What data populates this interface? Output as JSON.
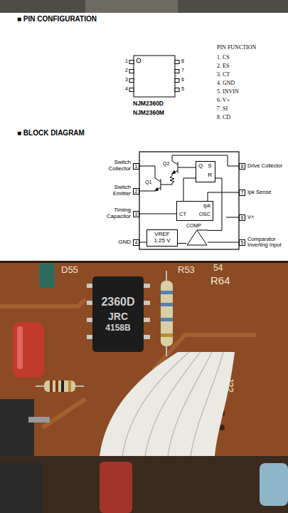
{
  "diagram": {
    "nodes": [
      {
        "text": [
          "Switch Collector",
          "1"
        ]
      },
      {
        "text": [
          "Switch Emitter",
          "2"
        ]
      },
      {
        "text": [
          "Timing Capacitor",
          "3"
        ]
      },
      {
        "text": [
          "GND",
          "4"
        ]
      },
      {
        "text": [
          "8",
          "Drive Collector"
        ]
      },
      {
        "text": [
          "7",
          "Ipk Sense"
        ]
      },
      {
        "text": [
          "6",
          "V+"
        ]
      },
      {
        "text": [
          "5",
          "Comparator Inverting Input"
        ]
      },
      {
        "text": [
          "Q",
          "S",
          "R"
        ]
      },
      {
        "text": [
          "Ipk",
          "CT",
          "OSC"
        ]
      },
      {
        "text": [
          "VREF",
          "1.25 V"
        ]
      },
      {
        "text": [
          "COMP"
        ]
      },
      {
        "text": [
          "2360D",
          "JRC",
          "4158B"
        ]
      }
    ],
    "edges": [
      {
        "from": 5,
        "to": 9,
        "arrow": "none"
      },
      {
        "from": 2,
        "to": 9,
        "arrow": "none"
      },
      {
        "from": 9,
        "to": 8,
        "arrow": "none"
      },
      {
        "from": 10,
        "to": 11,
        "arrow": "none"
      },
      {
        "from": 7,
        "to": 11,
        "arrow": "none"
      },
      {
        "from": 11,
        "to": 8,
        "arrow": "none"
      },
      {
        "from": 3,
        "to": 10,
        "arrow": "none"
      }
    ],
    "labels": [
      "■ PIN CONFIGURATION",
      "1",
      "2",
      "3",
      "4",
      "8",
      "7",
      "6",
      "5",
      "NJM2360D",
      "NJM2360M",
      "PIN FUNCTION",
      "1. CS",
      "2. ES",
      "3. CT",
      "4. GND",
      "5. INVIN",
      "6. V+",
      "7. SI",
      "8. CD",
      "■ BLOCK DIAGRAM",
      "Q2",
      "Q1",
      "D55",
      "54",
      "R53",
      "R64",
      "J22"
    ]
  }
}
